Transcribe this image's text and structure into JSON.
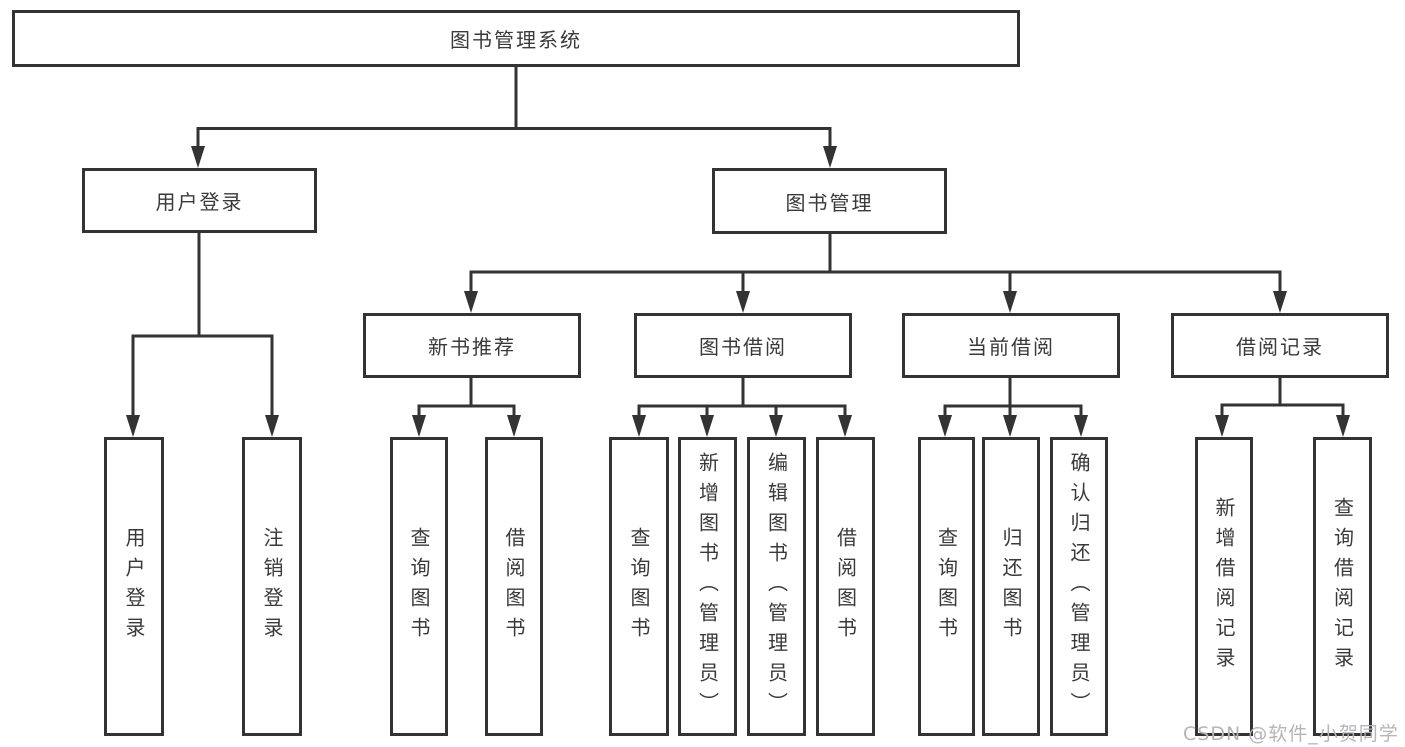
{
  "diagram_type": "hierarchy-tree",
  "colors": {
    "line": "#333333",
    "box_border": "#333333",
    "text": "#3a3a3a",
    "background": "#ffffff",
    "watermark": "#b3b5b9"
  },
  "tree": {
    "label": "图书管理系统",
    "children": [
      {
        "label": "用户登录",
        "children": [
          {
            "label": "用户登录"
          },
          {
            "label": "注销登录"
          }
        ]
      },
      {
        "label": "图书管理",
        "children": [
          {
            "label": "新书推荐",
            "children": [
              {
                "label": "查询图书"
              },
              {
                "label": "借阅图书"
              }
            ]
          },
          {
            "label": "图书借阅",
            "children": [
              {
                "label": "查询图书"
              },
              {
                "label": "新增图书（管理员）"
              },
              {
                "label": "编辑图书（管理员）"
              },
              {
                "label": "借阅图书"
              }
            ]
          },
          {
            "label": "当前借阅",
            "children": [
              {
                "label": "查询图书"
              },
              {
                "label": "归还图书"
              },
              {
                "label": "确认归还（管理员）"
              }
            ]
          },
          {
            "label": "借阅记录",
            "children": [
              {
                "label": "新增借阅记录"
              },
              {
                "label": "查询借阅记录"
              }
            ]
          }
        ]
      }
    ]
  },
  "watermark": {
    "text": "CSDN @软件_小贺同学"
  }
}
